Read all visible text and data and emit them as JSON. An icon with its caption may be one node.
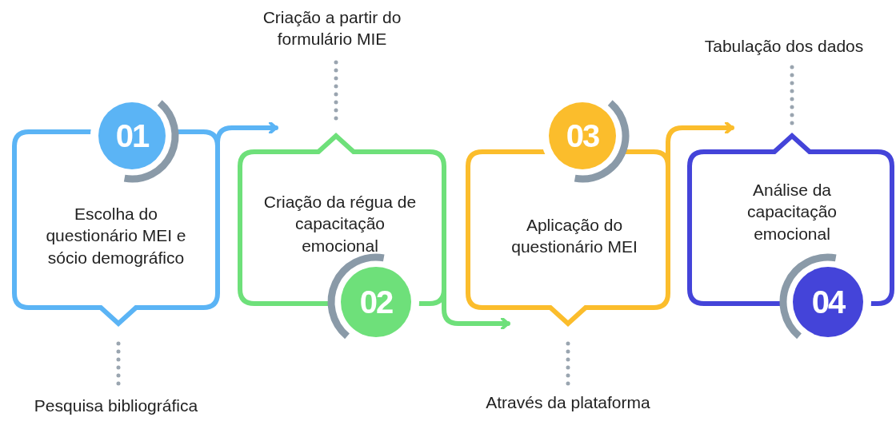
{
  "diagram": {
    "nodes": [
      {
        "text": [
          "01",
          "Escolha do questionário MEI e sócio demográfico"
        ]
      },
      {
        "text": [
          "Pesquisa bibliográfica"
        ]
      },
      {
        "text": [
          "Criação a partir do formulário MIE"
        ]
      },
      {
        "text": [
          "Criação da régua de capacitação emocional",
          "02"
        ]
      },
      {
        "text": [
          "03",
          "Aplicação do questionário MEI"
        ]
      },
      {
        "text": [
          "Através da plataforma"
        ]
      },
      {
        "text": [
          "Tabulação dos dados"
        ]
      },
      {
        "text": [
          "Análise da capacitação emocional",
          "04"
        ]
      }
    ],
    "edges": [
      {
        "from": 0,
        "to": 3,
        "arrow": "to",
        "color": "#5bb4f5"
      },
      {
        "from": 3,
        "to": 4,
        "arrow": "to",
        "color": "#6ee07a"
      },
      {
        "from": 4,
        "to": 7,
        "arrow": "to",
        "color": "#fbbd2c"
      },
      {
        "from": 0,
        "to": 1,
        "arrow": "none",
        "style": "dashed"
      },
      {
        "from": 2,
        "to": 3,
        "arrow": "none",
        "style": "dashed"
      },
      {
        "from": 4,
        "to": 5,
        "arrow": "none",
        "style": "dashed"
      },
      {
        "from": 6,
        "to": 7,
        "arrow": "none",
        "style": "dashed"
      }
    ]
  }
}
